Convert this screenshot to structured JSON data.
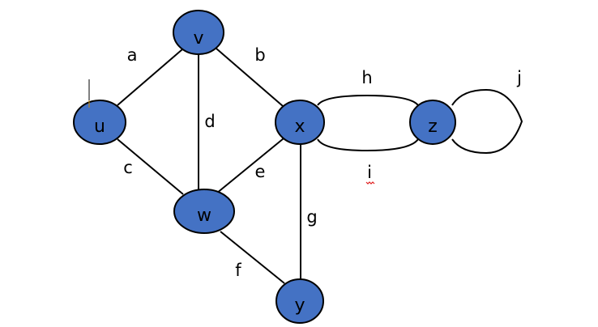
{
  "colors": {
    "node_fill": "#4472c4",
    "edge": "#000000",
    "spell_squiggle": "#e02020",
    "cursor": "#d08a00"
  },
  "nodes": {
    "v": "v",
    "u": "u",
    "x": "x",
    "z": "z",
    "w": "w",
    "y": "y"
  },
  "edges": {
    "a": "a",
    "b": "b",
    "c": "c",
    "d": "d",
    "e": "e",
    "f": "f",
    "g": "g",
    "h": "h",
    "i": "i",
    "j": "j"
  }
}
